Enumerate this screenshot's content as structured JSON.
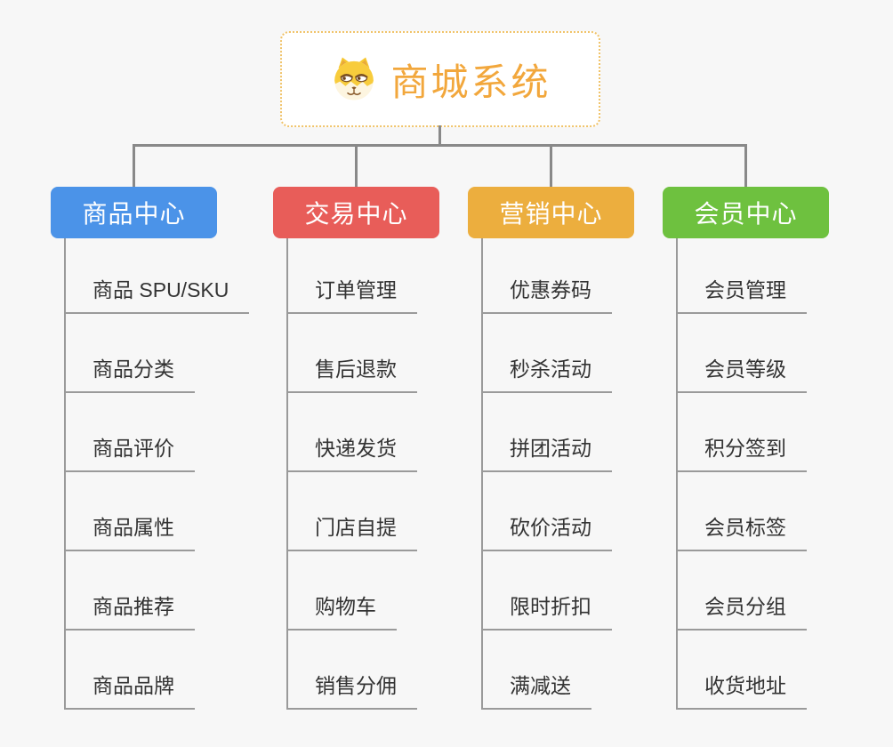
{
  "root": {
    "title": "商城系统",
    "icon": "dog-icon"
  },
  "colors": {
    "background": "#f7f7f7",
    "root_border": "#f0c369",
    "root_text": "#f2a73c",
    "connector": "#898989",
    "leaf_line": "#9a9a9a",
    "leaf_text": "#333333",
    "branch_text": "#ffffff"
  },
  "branches": [
    {
      "label": "商品中心",
      "color": "#4b93e8",
      "items": [
        "商品 SPU/SKU",
        "商品分类",
        "商品评价",
        "商品属性",
        "商品推荐",
        "商品品牌"
      ]
    },
    {
      "label": "交易中心",
      "color": "#e85d59",
      "items": [
        "订单管理",
        "售后退款",
        "快递发货",
        "门店自提",
        "购物车",
        "销售分佣"
      ]
    },
    {
      "label": "营销中心",
      "color": "#ecae3e",
      "items": [
        "优惠券码",
        "秒杀活动",
        "拼团活动",
        "砍价活动",
        "限时折扣",
        "满减送"
      ]
    },
    {
      "label": "会员中心",
      "color": "#6ec13f",
      "items": [
        "会员管理",
        "会员等级",
        "积分签到",
        "会员标签",
        "会员分组",
        "收货地址"
      ]
    }
  ]
}
